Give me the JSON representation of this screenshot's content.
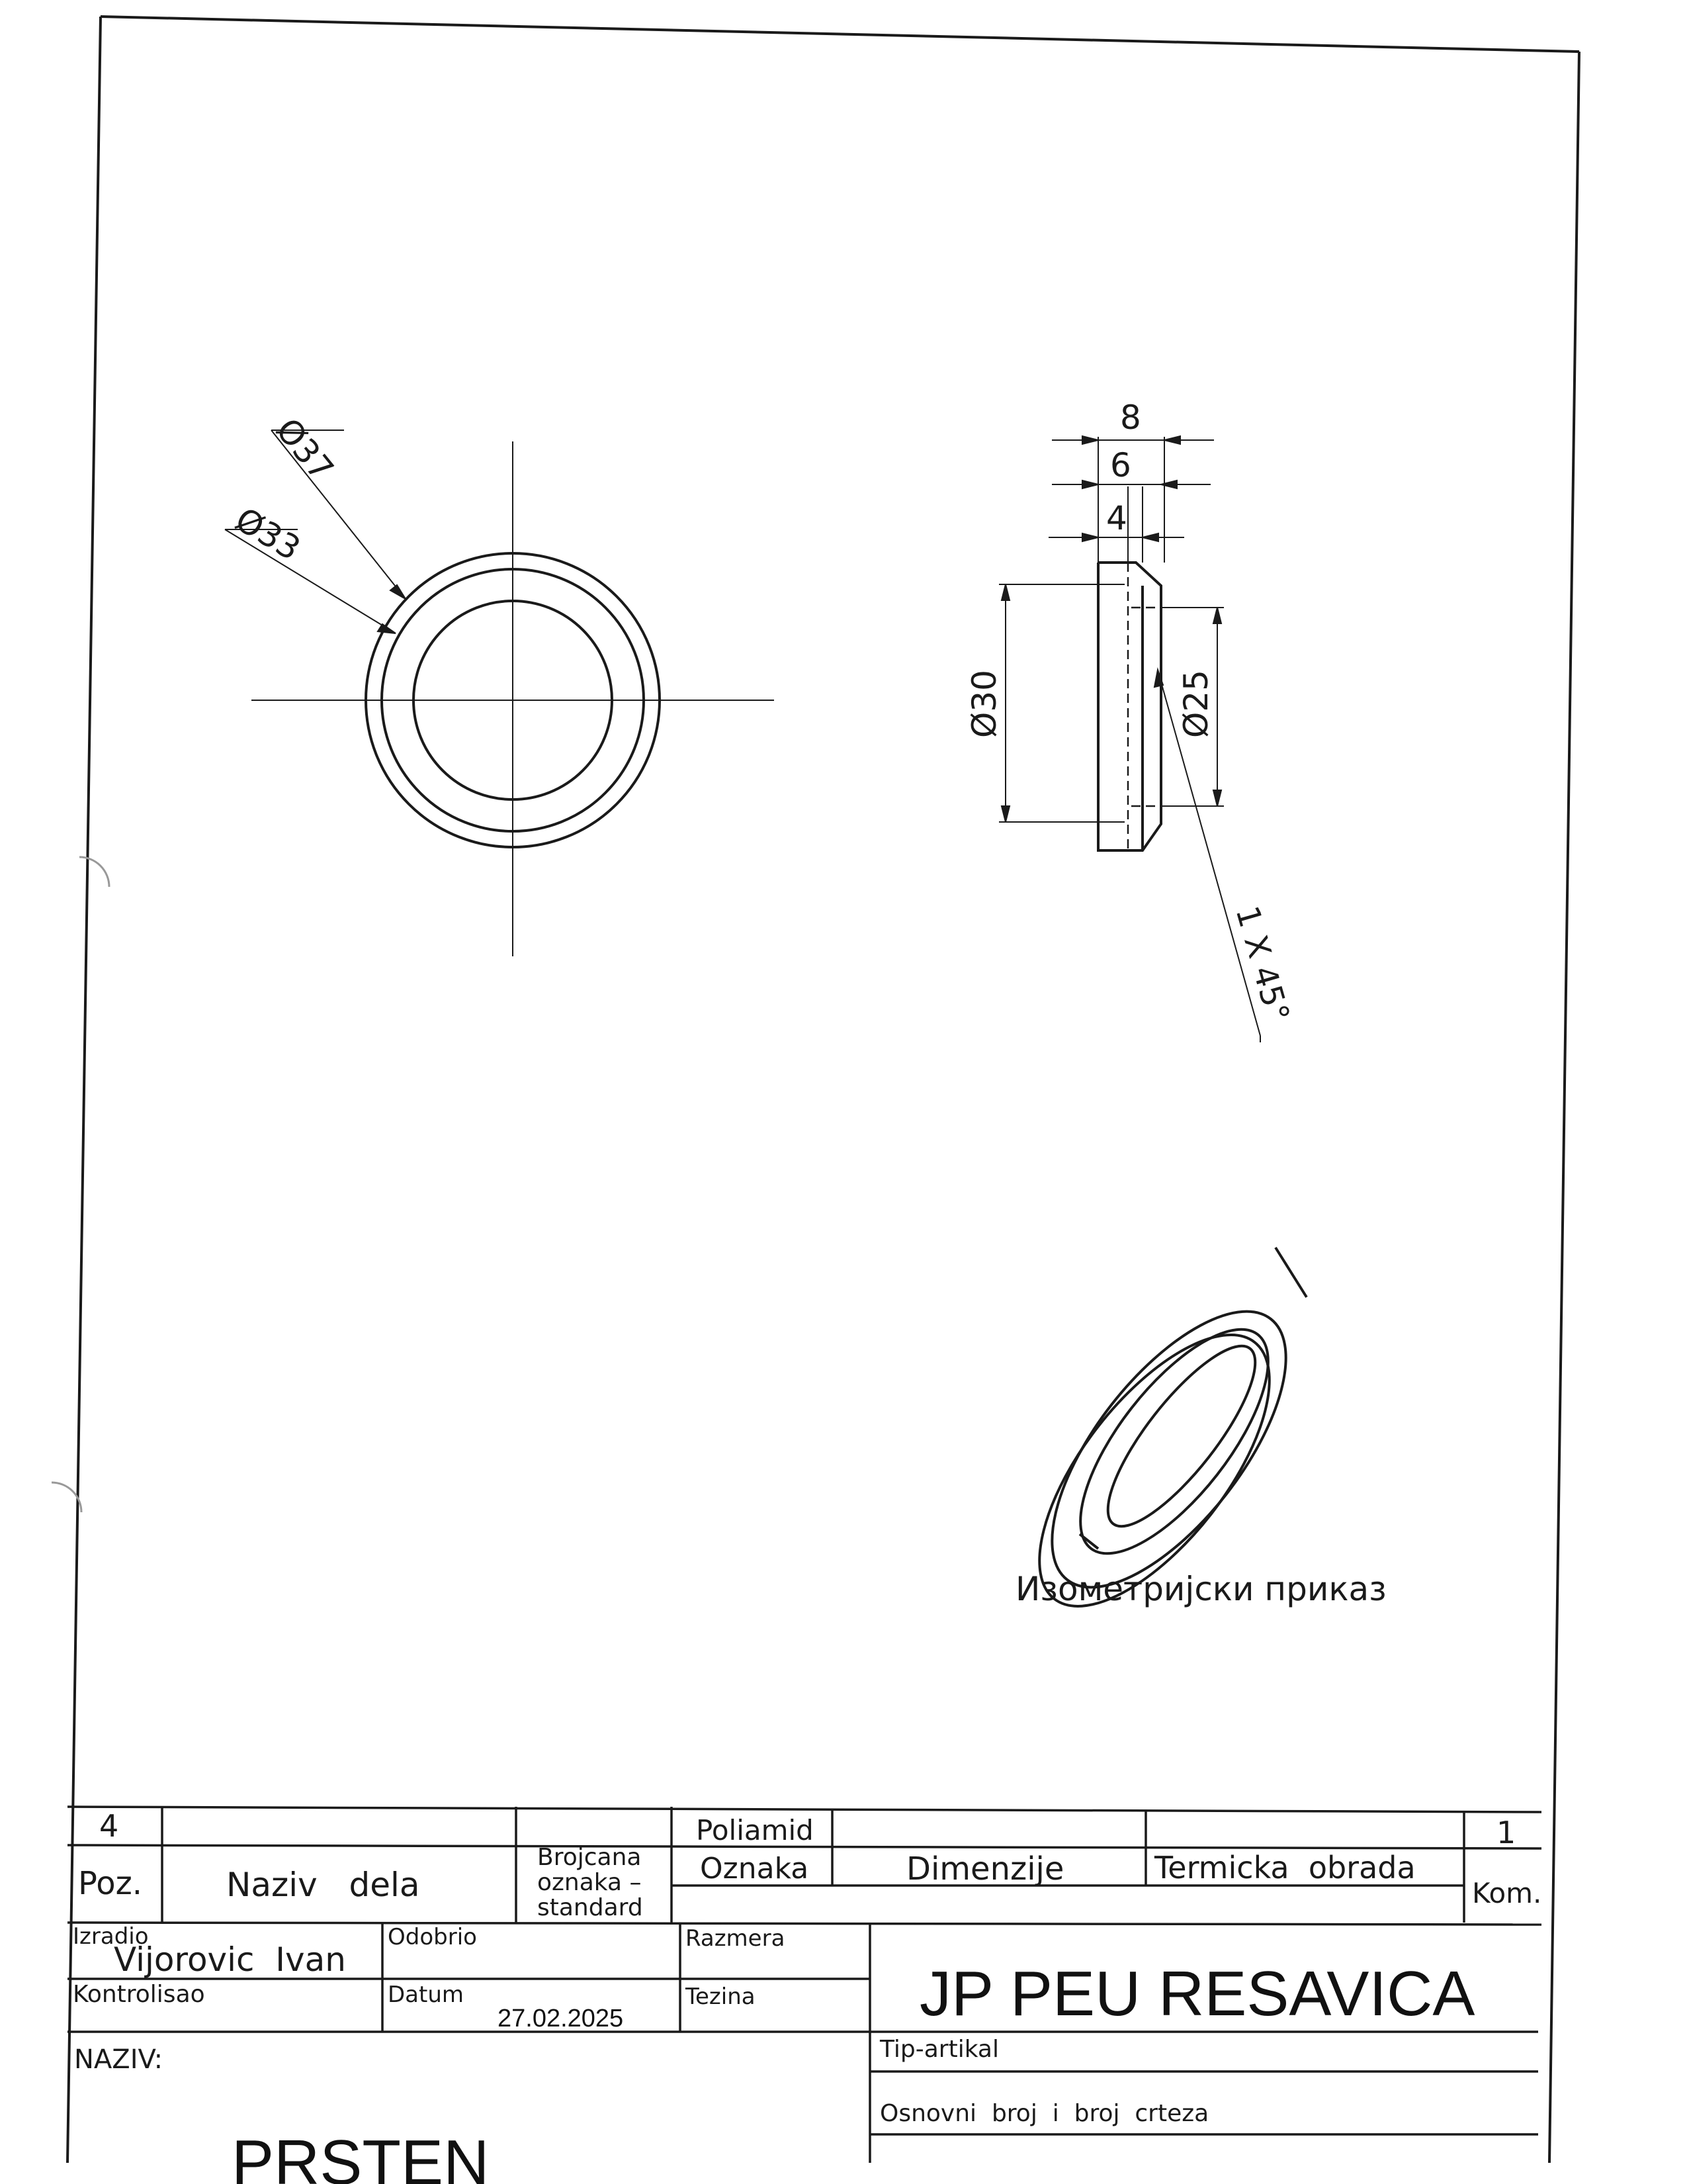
{
  "dimensions": {
    "d37": "Ø37",
    "d33": "Ø33",
    "w8": "8",
    "w6": "6",
    "w4": "4",
    "d30": "Ø30",
    "d25": "Ø25",
    "chamfer": "1 X 45°"
  },
  "iso_caption": "Изометриjски приказ",
  "title_block": {
    "poz_value": "4",
    "material": "Poliamid",
    "quantity": "1",
    "poz_label": "Poz.",
    "naziv_dela_label": "Naziv   dela",
    "brojcana_line1": "Brojcana",
    "brojcana_line2": "oznaka –",
    "brojcana_line3": "standard",
    "oznaka_label": "Oznaka",
    "dimenzije_label": "Dimenzije",
    "termicka_label": "Termicka  obrada",
    "kom_label": "Kom.",
    "izradio_label": "Izradio",
    "izradio_name": "Vijorovic  Ivan",
    "odobrio_label": "Odobrio",
    "razmera_label": "Razmera",
    "kontrolisao_label": "Kontrolisao",
    "datum_label": "Datum",
    "datum_value": "27.02.2025",
    "tezina_label": "Tezina",
    "company": "JP PEU RESAVICA",
    "naziv_label": "NAZIV:",
    "part_name": "PRSTEN",
    "tip_artikal_label": "Tip-artikal",
    "osnovni_label": "Osnovni  broj  i  broj  crteza"
  }
}
